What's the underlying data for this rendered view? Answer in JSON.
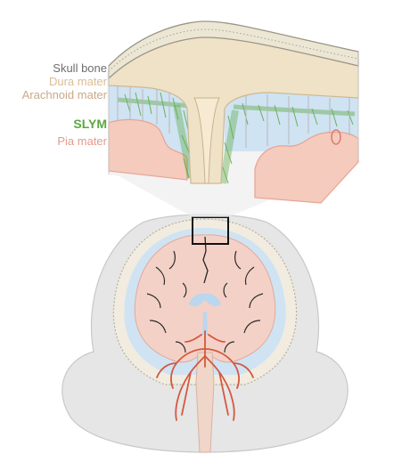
{
  "labels": {
    "skull_bone": "Skull bone",
    "dura_mater": "Dura mater",
    "arachnoid_mater": "Arachnoid mater",
    "slym": "SLYM",
    "pia_mater": "Pia mater"
  },
  "colors": {
    "skull_bone": "#6e6e6e",
    "dura_mater": "#d9bd94",
    "arachnoid_mater": "#c9a989",
    "slym": "#5aa83f",
    "pia_mater": "#e49a8c",
    "csf_space": "#cfe3f3",
    "brain_tissue": "#f4d1c6",
    "artery": "#d4583e",
    "head_outline": "#dedede"
  }
}
